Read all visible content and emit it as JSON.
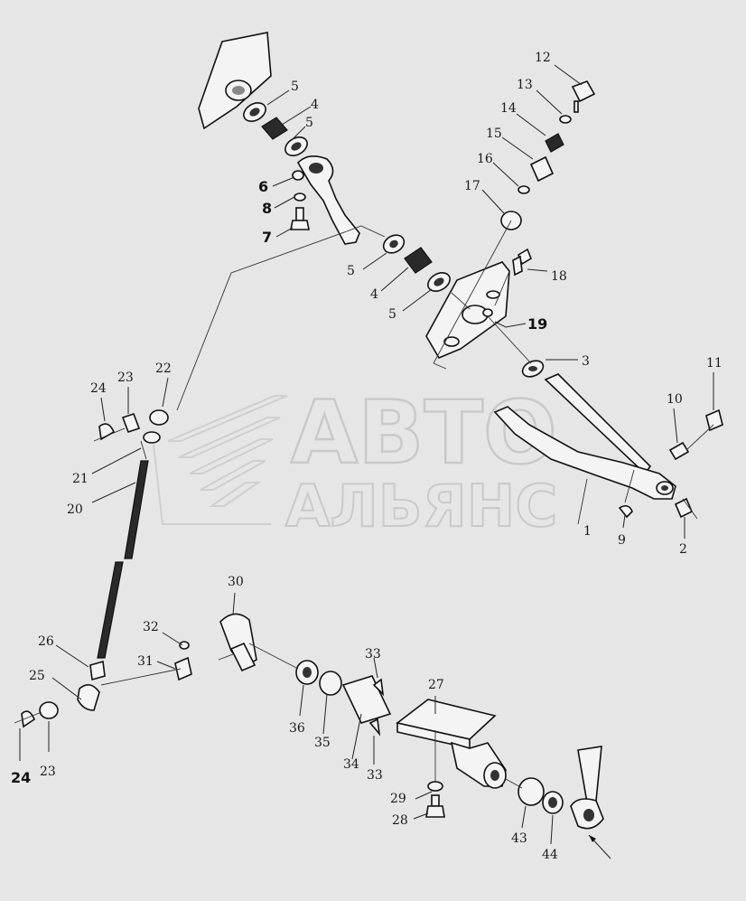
{
  "watermark": {
    "line1": "АВТО",
    "line2": "АЛЬЯНС"
  },
  "callouts": [
    {
      "id": "c1",
      "text": "1"
    },
    {
      "id": "c2",
      "text": "2"
    },
    {
      "id": "c3",
      "text": "3"
    },
    {
      "id": "c4a",
      "text": "4"
    },
    {
      "id": "c4b",
      "text": "4"
    },
    {
      "id": "c5a",
      "text": "5"
    },
    {
      "id": "c5b",
      "text": "5"
    },
    {
      "id": "c5c",
      "text": "5"
    },
    {
      "id": "c5d",
      "text": "5"
    },
    {
      "id": "c6",
      "text": "6"
    },
    {
      "id": "c7",
      "text": "7"
    },
    {
      "id": "c8",
      "text": "8"
    },
    {
      "id": "c9",
      "text": "9"
    },
    {
      "id": "c10",
      "text": "10"
    },
    {
      "id": "c11",
      "text": "11"
    },
    {
      "id": "c12",
      "text": "12"
    },
    {
      "id": "c13",
      "text": "13"
    },
    {
      "id": "c14",
      "text": "14"
    },
    {
      "id": "c15",
      "text": "15"
    },
    {
      "id": "c16",
      "text": "16"
    },
    {
      "id": "c17",
      "text": "17"
    },
    {
      "id": "c18",
      "text": "18"
    },
    {
      "id": "c19",
      "text": "19"
    },
    {
      "id": "c20",
      "text": "20"
    },
    {
      "id": "c21",
      "text": "21"
    },
    {
      "id": "c22",
      "text": "22"
    },
    {
      "id": "c23a",
      "text": "23"
    },
    {
      "id": "c23b",
      "text": "23"
    },
    {
      "id": "c24a",
      "text": "24"
    },
    {
      "id": "c24b",
      "text": "24"
    },
    {
      "id": "c25",
      "text": "25"
    },
    {
      "id": "c26",
      "text": "26"
    },
    {
      "id": "c27",
      "text": "27"
    },
    {
      "id": "c28",
      "text": "28"
    },
    {
      "id": "c29",
      "text": "29"
    },
    {
      "id": "c30",
      "text": "30"
    },
    {
      "id": "c31",
      "text": "31"
    },
    {
      "id": "c32",
      "text": "32"
    },
    {
      "id": "c33a",
      "text": "33"
    },
    {
      "id": "c33b",
      "text": "33"
    },
    {
      "id": "c34",
      "text": "34"
    },
    {
      "id": "c35",
      "text": "35"
    },
    {
      "id": "c36",
      "text": "36"
    },
    {
      "id": "c43",
      "text": "43"
    },
    {
      "id": "c44",
      "text": "44"
    }
  ]
}
